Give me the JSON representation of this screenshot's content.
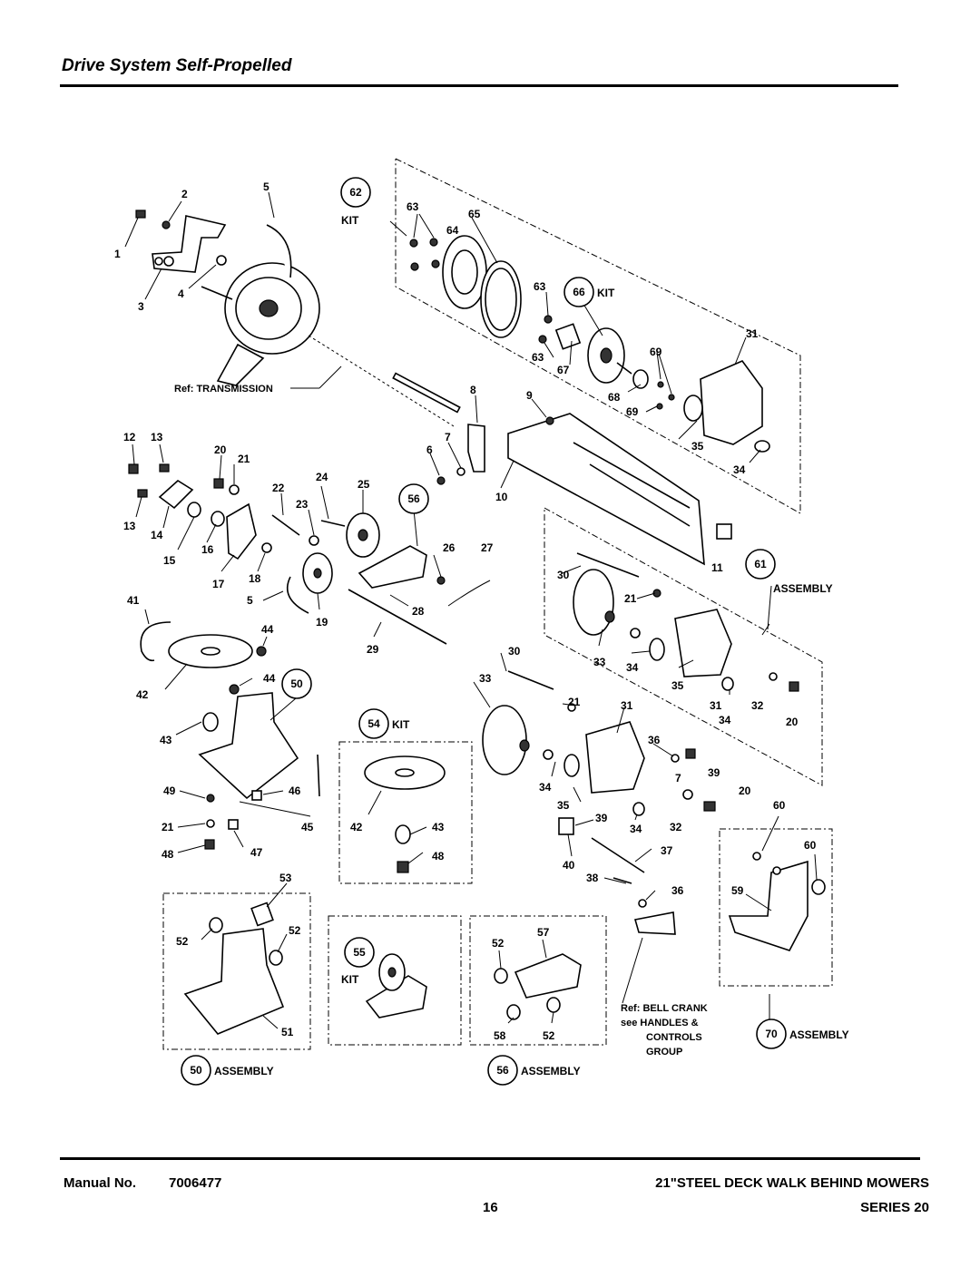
{
  "header": {
    "title": "Drive System Self-Propelled"
  },
  "footer": {
    "manual_label": "Manual No.",
    "manual_number": "7006477",
    "page_number": "16",
    "product": "21\"STEEL DECK WALK BEHIND MOWERS",
    "series": "SERIES 20"
  },
  "diagram": {
    "circled": {
      "c62": "62",
      "c66": "66",
      "c56": "56",
      "c61": "61",
      "c50": "50",
      "c54": "54",
      "c55": "55",
      "c70": "70",
      "c50b": "50",
      "c56b": "56"
    },
    "words": {
      "kit": "KIT",
      "assembly": "ASSEMBLY",
      "ref_transmission": "Ref: TRANSMISSION",
      "ref_bell_crank": "Ref: BELL CRANK",
      "see_handles": "see HANDLES &",
      "controls": "CONTROLS",
      "group": "GROUP"
    },
    "numbers": {
      "n1": "1",
      "n2": "2",
      "n3": "3",
      "n4": "4",
      "n5a": "5",
      "n63a": "63",
      "n64": "64",
      "n65": "65",
      "n63b": "63",
      "n63c": "63",
      "n67": "67",
      "n68": "68",
      "n69a": "69",
      "n69b": "69",
      "n31a": "31",
      "n35a": "35",
      "n34a": "34",
      "n8": "8",
      "n9": "9",
      "n7a": "7",
      "n6": "6",
      "n10": "10",
      "n11": "11",
      "n12": "12",
      "n13a": "13",
      "n13b": "13",
      "n14": "14",
      "n15": "15",
      "n16": "16",
      "n17": "17",
      "n18": "18",
      "n20a": "20",
      "n21a": "21",
      "n22": "22",
      "n23": "23",
      "n24": "24",
      "n25": "25",
      "n26": "26",
      "n27": "27",
      "n28": "28",
      "n19": "19",
      "n5b": "5",
      "n29": "29",
      "n41": "41",
      "n42a": "42",
      "n44a": "44",
      "n44b": "44",
      "n43a": "43",
      "n49": "49",
      "n46": "46",
      "n21b": "21",
      "n45": "45",
      "n48a": "48",
      "n47": "47",
      "n30a": "30",
      "n21c": "21",
      "n33a": "33",
      "n34b": "34",
      "n35b": "35",
      "n31b": "31",
      "n32a": "32",
      "n34c": "34",
      "n20b": "20",
      "n30b": "30",
      "n33b": "33",
      "n21d": "21",
      "n31c": "31",
      "n36a": "36",
      "n7b": "7",
      "n39a": "39",
      "n34d": "34",
      "n35c": "35",
      "n39b": "39",
      "n20c": "20",
      "n32b": "32",
      "n34e": "34",
      "n37": "37",
      "n40": "40",
      "n38": "38",
      "n36b": "36",
      "n42b": "42",
      "n43b": "43",
      "n48b": "48",
      "n53": "53",
      "n52a": "52",
      "n52b": "52",
      "n51": "51",
      "n57": "57",
      "n52c": "52",
      "n58": "58",
      "n52d": "52",
      "n60a": "60",
      "n60b": "60",
      "n59": "59"
    }
  }
}
